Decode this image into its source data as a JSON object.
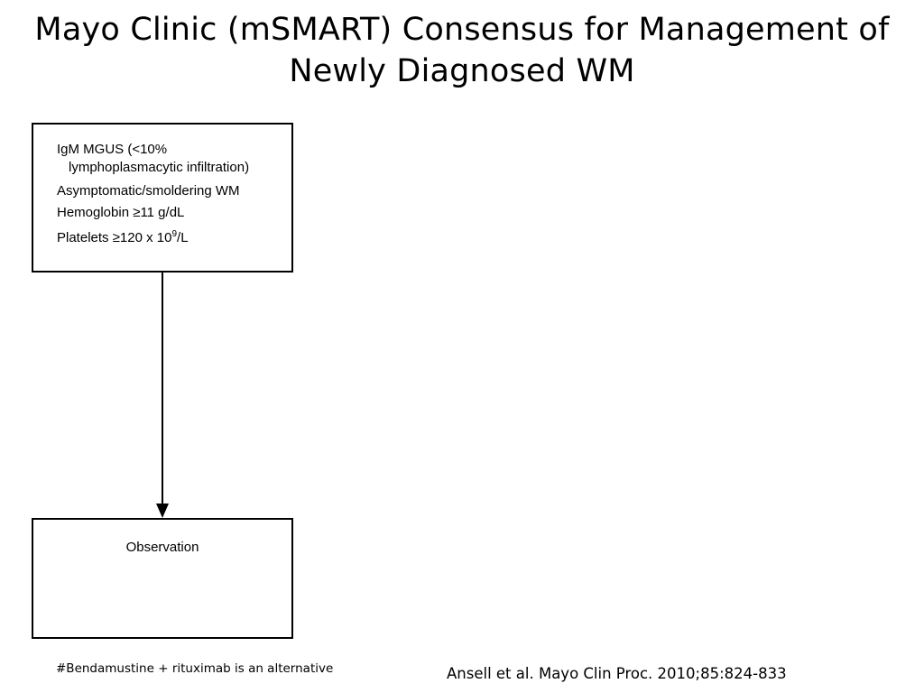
{
  "title": {
    "line1": "Mayo Clinic (mSMART) Consensus for Management of",
    "line2": "Newly Diagnosed WM"
  },
  "criteria_box": {
    "item1_line1": "IgM MGUS (<10%",
    "item1_line2": "lymphoplasmacytic infiltration)",
    "item2": "Asymptomatic/smoldering WM",
    "item3": "Hemoglobin ≥11 g/dL",
    "item4_prefix": "Platelets ≥120 x 10",
    "item4_exp": "9",
    "item4_suffix": "/L"
  },
  "observation_box": {
    "label": "Observation"
  },
  "footnote": "#Bendamustine + rituximab is an alternative",
  "citation": "Ansell et al. Mayo Clin Proc. 2010;85:824-833"
}
